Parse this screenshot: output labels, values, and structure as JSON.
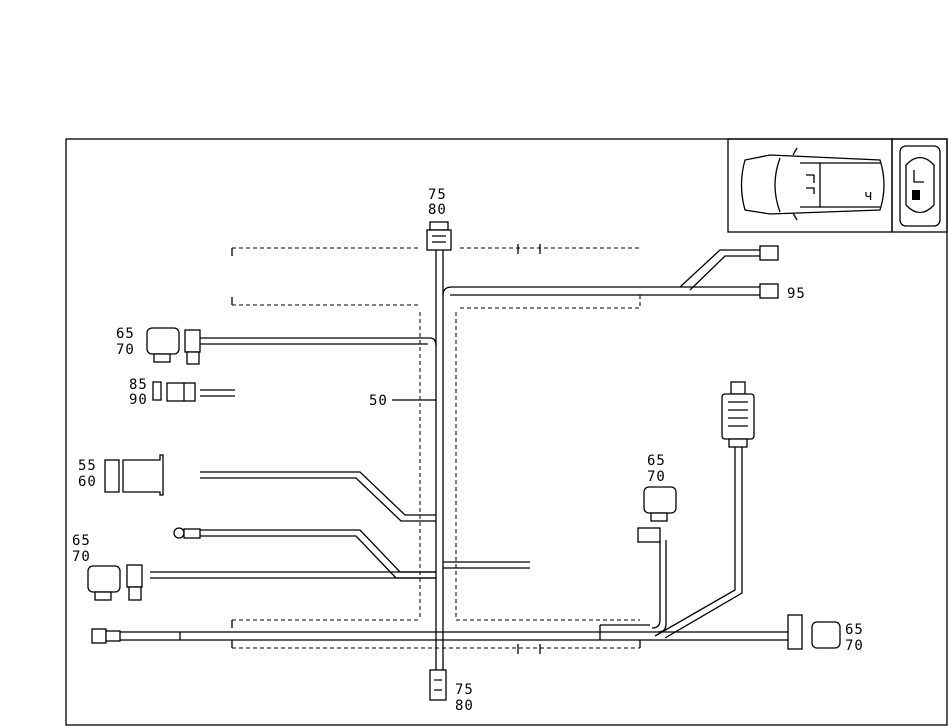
{
  "diagram": {
    "connectors": {
      "top_center": {
        "line1": "75",
        "line2": "80"
      },
      "right_top": {
        "line1": "95"
      },
      "left_1": {
        "line1": "65",
        "line2": "70"
      },
      "left_2": {
        "line1": "85",
        "line2": "90"
      },
      "harness": {
        "line1": "50"
      },
      "left_3": {
        "line1": "55",
        "line2": "60"
      },
      "mid_right": {
        "line1": "65",
        "line2": "70"
      },
      "left_4": {
        "line1": "65",
        "line2": "70"
      },
      "right_bottom": {
        "line1": "65",
        "line2": "70"
      },
      "bottom_center": {
        "line1": "75",
        "line2": "80"
      }
    },
    "inset": {
      "marker": "ч"
    }
  }
}
